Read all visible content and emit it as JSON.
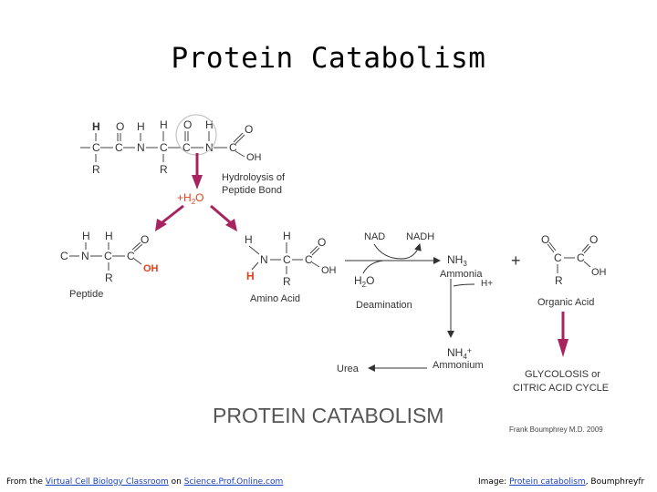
{
  "title": "Protein Catabolism",
  "peptide_chain": {
    "top_atoms": [
      "H",
      "O",
      "H",
      "H",
      "O",
      "H",
      "O"
    ],
    "backbone": [
      "C",
      "C",
      "N",
      "C",
      "C",
      "N",
      "C"
    ],
    "bottom_atoms": [
      "R",
      "R"
    ],
    "oh": "OH"
  },
  "hydrolysis_label_1": "Hydroloysis of",
  "hydrolysis_label_2": "Peptide Bond",
  "water": {
    "prefix": "+H",
    "subscript": "2",
    "suffix": "O"
  },
  "peptide": {
    "label": "Peptide",
    "oh": "OH",
    "atoms": [
      "H",
      "H",
      "O",
      "C",
      "N",
      "C",
      "C",
      "R"
    ]
  },
  "amino_acid": {
    "label": "Amino Acid",
    "red_h": "H",
    "atoms": [
      "H",
      "H",
      "O",
      "N",
      "C",
      "C",
      "OH",
      "R"
    ]
  },
  "deamination": {
    "nad": "NAD",
    "nadh": "NADH",
    "nh3": {
      "prefix": "NH",
      "subscript": "3"
    },
    "ammonia": "Ammonia",
    "h_plus": "H+",
    "h2o": {
      "prefix": "H",
      "subscript": "2",
      "suffix": "O"
    },
    "label": "Deamination"
  },
  "plus_sign": "+",
  "organic_acid": {
    "label": "Organic Acid",
    "atoms": [
      "O",
      "O",
      "C",
      "C",
      "OH",
      "R"
    ]
  },
  "ammonium": {
    "prefix": "NH",
    "subscript": "4",
    "suffix": "+",
    "label": "Ammonium"
  },
  "urea": "Urea",
  "glycolosis_1": "GLYCOLOSIS or",
  "glycolosis_2": "CITRIC ACID CYCLE",
  "banner": "PROTEIN CATABOLISM",
  "credit": "Frank Boumphrey M.D. 2009",
  "footer_left": {
    "prefix": "From the ",
    "link1": "Virtual Cell Biology Classroom",
    "middle": " on ",
    "link2": "Science.Prof.Online.com"
  },
  "footer_right": {
    "prefix": "Image: ",
    "link": "Protein catabolism",
    "suffix": ", Boumphreyfr"
  },
  "colors": {
    "arrow_magenta": "#a8245e",
    "red_atom": "#e2401c",
    "ink": "#333333"
  }
}
